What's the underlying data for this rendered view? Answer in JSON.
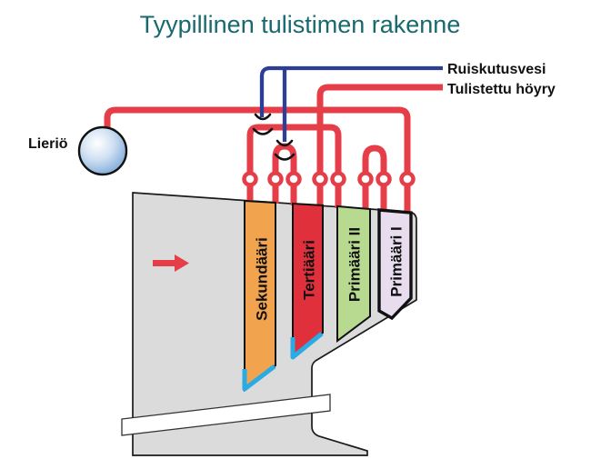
{
  "title": "Tyypillinen tulistimen rakenne",
  "legend": {
    "water_label": "Ruiskutusvesi",
    "steam_label": "Tulistettu höyry"
  },
  "drum": {
    "label": "Lieriö"
  },
  "panels": [
    {
      "label": "Sekundääri",
      "color": "#f2a34e"
    },
    {
      "label": "Tertiääri",
      "color": "#e0303c"
    },
    {
      "label": "Primääri II",
      "color": "#b7da90"
    },
    {
      "label": "Primääri I",
      "color": "#e8ddef"
    }
  ],
  "colors": {
    "pipe_red": "#e63e48",
    "injection_blue": "#2c3e96",
    "highlight_cyan": "#2aabe4",
    "duct_gray": "#dbdbdb",
    "outline": "#1a1a1a",
    "title_teal": "#17696e",
    "label_black": "#111111"
  }
}
